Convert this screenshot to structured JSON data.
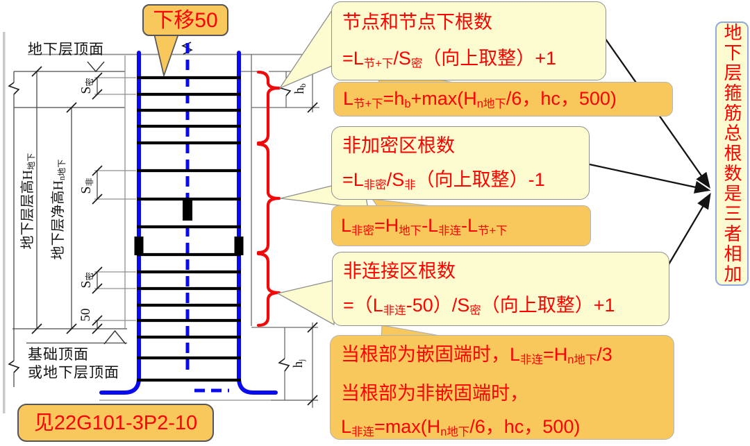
{
  "colors": {
    "pale_yellow": "#FCFCD0",
    "orange": "#F8C85C",
    "red": "#FF0000",
    "rebar_blue": "#0A0AEE",
    "brace_red": "#F10808",
    "total_box_border": "#8EA9DB"
  },
  "diagram": {
    "top_surface_label": "地下层顶面",
    "base_label_line1": "基础顶面",
    "base_label_line2": "或地下层顶面",
    "move_down_note": "下移50",
    "reference_note": "见22G101-3P2-10",
    "floor_height_label": [
      {
        "t": "地下层层高H"
      },
      {
        "t": "地下",
        "sub": true
      }
    ],
    "net_height_label": [
      {
        "t": "地下层净高H"
      },
      {
        "t": "n地下",
        "sub": true
      }
    ],
    "spacing_dense_top": [
      {
        "t": "S"
      },
      {
        "t": "密",
        "sub": true
      }
    ],
    "spacing_sparse": [
      {
        "t": "S"
      },
      {
        "t": "非",
        "sub": true
      }
    ],
    "spacing_dense_bottom": [
      {
        "t": "S"
      },
      {
        "t": "密",
        "sub": true
      }
    ],
    "offset_bottom": "50",
    "beam_height_label": [
      {
        "t": "h"
      },
      {
        "t": "b",
        "sub": true
      }
    ],
    "foundation_height_label": [
      {
        "t": "h"
      },
      {
        "t": "j",
        "sub": true
      }
    ]
  },
  "callouts": {
    "joint_count": {
      "title": "节点和节点下根数",
      "formula": [
        {
          "t": "=L"
        },
        {
          "t": "节+下",
          "sub": true
        },
        {
          "t": "/S"
        },
        {
          "t": "密",
          "sub": true
        },
        {
          "t": "（向上取整）+1"
        }
      ]
    },
    "joint_length": {
      "formula": [
        {
          "t": "L"
        },
        {
          "t": "节+下",
          "sub": true
        },
        {
          "t": "=h"
        },
        {
          "t": "b",
          "sub": true
        },
        {
          "t": "+max(H"
        },
        {
          "t": "n地下",
          "sub": true
        },
        {
          "t": "/6，hc，500)"
        }
      ]
    },
    "sparse_count": {
      "title": "非加密区根数",
      "formula": [
        {
          "t": "=L"
        },
        {
          "t": "非密",
          "sub": true
        },
        {
          "t": "/S"
        },
        {
          "t": "非",
          "sub": true
        },
        {
          "t": "（向上取整）-1"
        }
      ]
    },
    "sparse_length": {
      "formula": [
        {
          "t": "L"
        },
        {
          "t": "非密",
          "sub": true
        },
        {
          "t": "=H"
        },
        {
          "t": "地下",
          "sub": true
        },
        {
          "t": "-L"
        },
        {
          "t": "非连",
          "sub": true
        },
        {
          "t": "-L"
        },
        {
          "t": "节+下",
          "sub": true
        }
      ]
    },
    "nonconnect_count": {
      "title": "非连接区根数",
      "formula": [
        {
          "t": "=（L"
        },
        {
          "t": "非连",
          "sub": true
        },
        {
          "t": "-50）/S"
        },
        {
          "t": "密",
          "sub": true
        },
        {
          "t": "（向上取整）+1"
        }
      ]
    },
    "nonconnect_length": {
      "line1": [
        {
          "t": "当根部为嵌固端时，L"
        },
        {
          "t": "非连",
          "sub": true
        },
        {
          "t": "=H"
        },
        {
          "t": "n地下",
          "sub": true
        },
        {
          "t": "/3"
        }
      ],
      "line2": [
        {
          "t": "当根部为非嵌固端时，"
        }
      ],
      "line3": [
        {
          "t": "L"
        },
        {
          "t": "非连",
          "sub": true
        },
        {
          "t": "=max(H"
        },
        {
          "t": "n地下",
          "sub": true
        },
        {
          "t": "/6，hc，500)"
        }
      ]
    },
    "total_note": "地下层箍筋总根数是三者相加"
  }
}
